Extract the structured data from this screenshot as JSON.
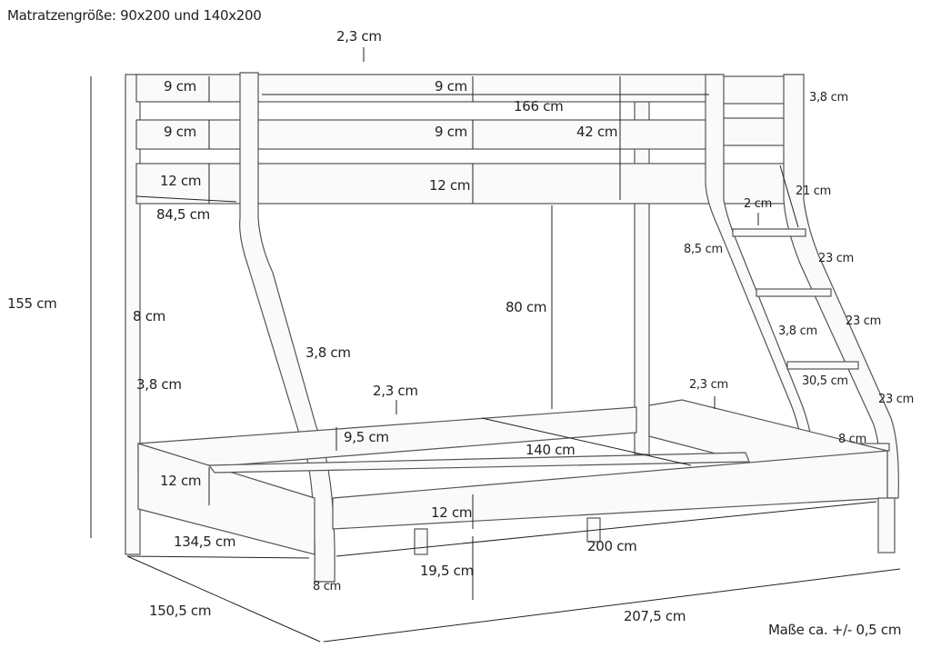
{
  "title": "Matratzengröße: 90x200 und 140x200",
  "note": "Maße ca. +/- 0,5 cm",
  "dimensions": [
    "2,3 cm",
    "9 cm",
    "9 cm",
    "166 cm",
    "3,8 cm",
    "9 cm",
    "9 cm",
    "42 cm",
    "12 cm",
    "12 cm",
    "84,5 cm",
    "21 cm",
    "2 cm",
    "8,5 cm",
    "23 cm",
    "155 cm",
    "80 cm",
    "8 cm",
    "3,8 cm",
    "3,8 cm",
    "23 cm",
    "3,8 cm",
    "30,5 cm",
    "2,3 cm",
    "2,3 cm",
    "23 cm",
    "9,5 cm",
    "8 cm",
    "140 cm",
    "12 cm",
    "12 cm",
    "134,5 cm",
    "200 cm",
    "19,5 cm",
    "8 cm",
    "150,5 cm",
    "207,5 cm"
  ]
}
